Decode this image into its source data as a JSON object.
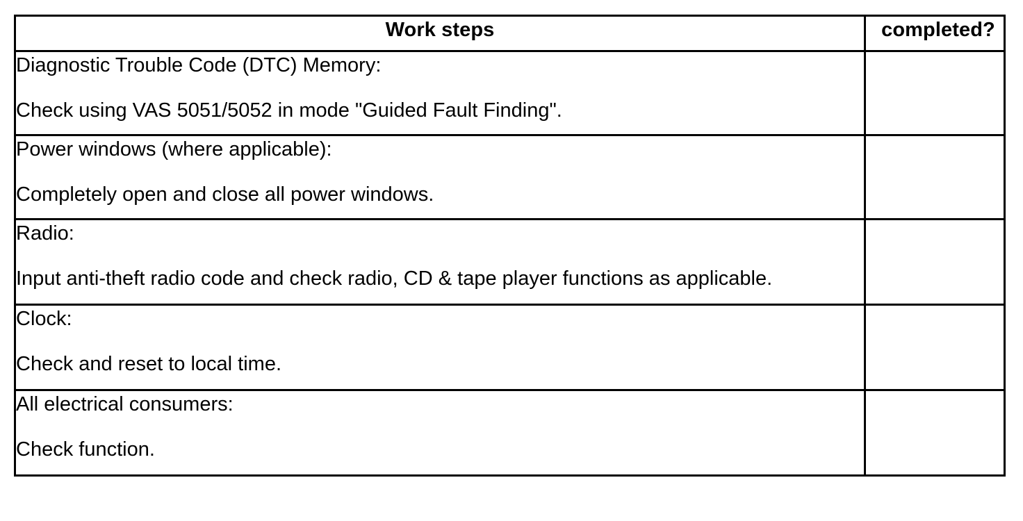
{
  "document": {
    "type": "table",
    "table": {
      "headers": {
        "steps": "Work steps",
        "completed": "completed?"
      },
      "rows": [
        {
          "title": "Diagnostic Trouble Code (DTC) Memory:",
          "detail": "Check using VAS 5051/5052 in mode \"Guided Fault Finding\".",
          "completed": ""
        },
        {
          "title": "Power windows (where applicable):",
          "detail": "Completely open and close all power windows.",
          "completed": ""
        },
        {
          "title": "Radio:",
          "detail": "Input anti-theft radio code and check radio, CD & tape player functions as applicable.",
          "completed": ""
        },
        {
          "title": "Clock:",
          "detail": "Check and reset to local time.",
          "completed": ""
        },
        {
          "title": "All electrical consumers:",
          "detail": "Check function.",
          "completed": ""
        }
      ]
    },
    "colors": {
      "text": "#000000",
      "border": "#000000",
      "background": "#ffffff"
    }
  }
}
